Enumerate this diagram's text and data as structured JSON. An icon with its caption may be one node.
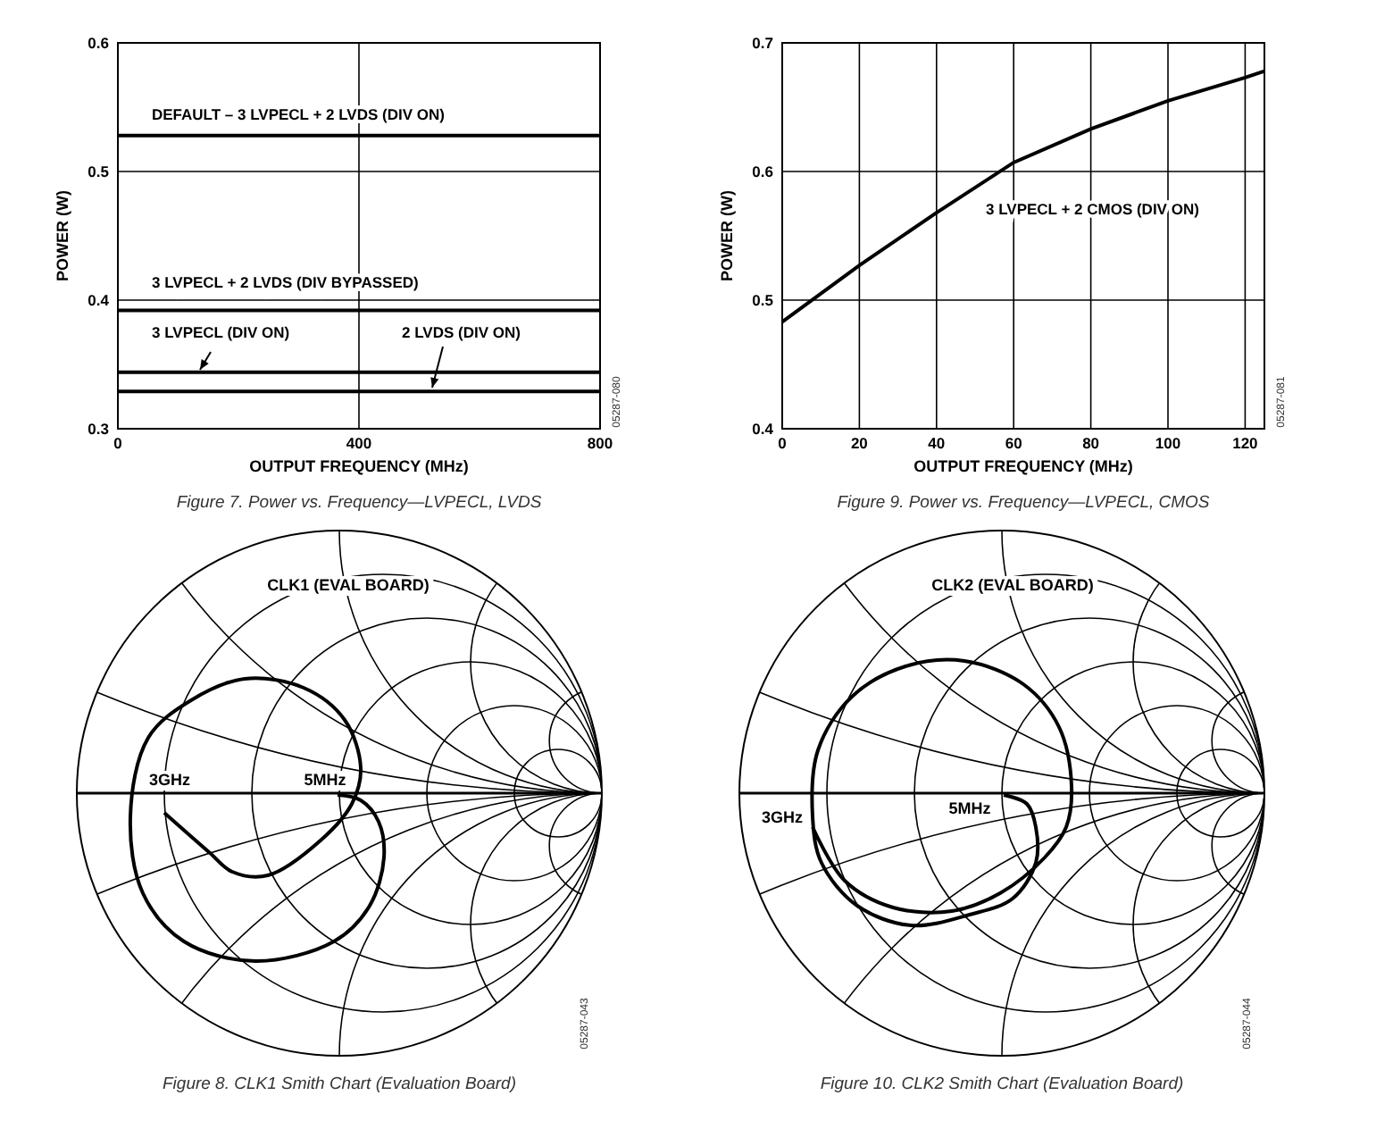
{
  "diagram": {
    "labels": [
      "05287-080",
      "05287-081",
      "CLK1 (EVAL BOARD)",
      "3GHz",
      "5MHz",
      "05287-043",
      "Figure 8. CLK1 Smith Chart (Evaluation Board)",
      "CLK2 (EVAL BOARD)",
      "3GHz",
      "5MHz",
      "05287-044",
      "Figure 10. CLK2 Smith Chart (Evaluation Board)"
    ],
    "chart_data": [
      {
        "type": "line",
        "title": "Figure 7. Power vs. Frequency—LVPECL, LVDS",
        "xlabel": "OUTPUT FREQUENCY (MHz)",
        "ylabel": "POWER (W)",
        "x": [
          0,
          800
        ],
        "grid": true,
        "xlim": [
          0,
          800
        ],
        "ylim": [
          0.3,
          0.6
        ],
        "xticks": [
          0,
          400,
          800
        ],
        "yticks": [
          0.3,
          0.4,
          0.5,
          0.6
        ],
        "series": [
          {
            "name": "DEFAULT – 3 LVPECL + 2 LVDS (DIV ON)",
            "color": "#000000",
            "values": [
              0.528,
              0.528
            ]
          },
          {
            "name": "3 LVPECL + 2 LVDS (DIV BYPASSED)",
            "color": "#000000",
            "values": [
              0.392,
              0.392
            ]
          },
          {
            "name": "3 LVPECL (DIV ON)",
            "color": "#000000",
            "values": [
              0.344,
              0.344
            ]
          },
          {
            "name": "2 LVDS (DIV ON)",
            "color": "#000000",
            "values": [
              0.329,
              0.329
            ]
          }
        ]
      },
      {
        "type": "line",
        "title": "Figure 9. Power vs. Frequency—LVPECL, CMOS",
        "xlabel": "OUTPUT FREQUENCY (MHz)",
        "ylabel": "POWER (W)",
        "x": [
          0,
          20,
          40,
          60,
          80,
          100,
          120,
          125
        ],
        "grid": true,
        "xlim": [
          0,
          125
        ],
        "ylim": [
          0.4,
          0.7
        ],
        "xticks": [
          0,
          20,
          40,
          60,
          80,
          100,
          120
        ],
        "yticks": [
          0.4,
          0.5,
          0.6,
          0.7
        ],
        "series": [
          {
            "name": "3 LVPECL + 2 CMOS (DIV ON)",
            "color": "#000000",
            "values": [
              0.483,
              0.527,
              0.568,
              0.607,
              0.633,
              0.655,
              0.673,
              0.678
            ]
          }
        ]
      }
    ]
  }
}
